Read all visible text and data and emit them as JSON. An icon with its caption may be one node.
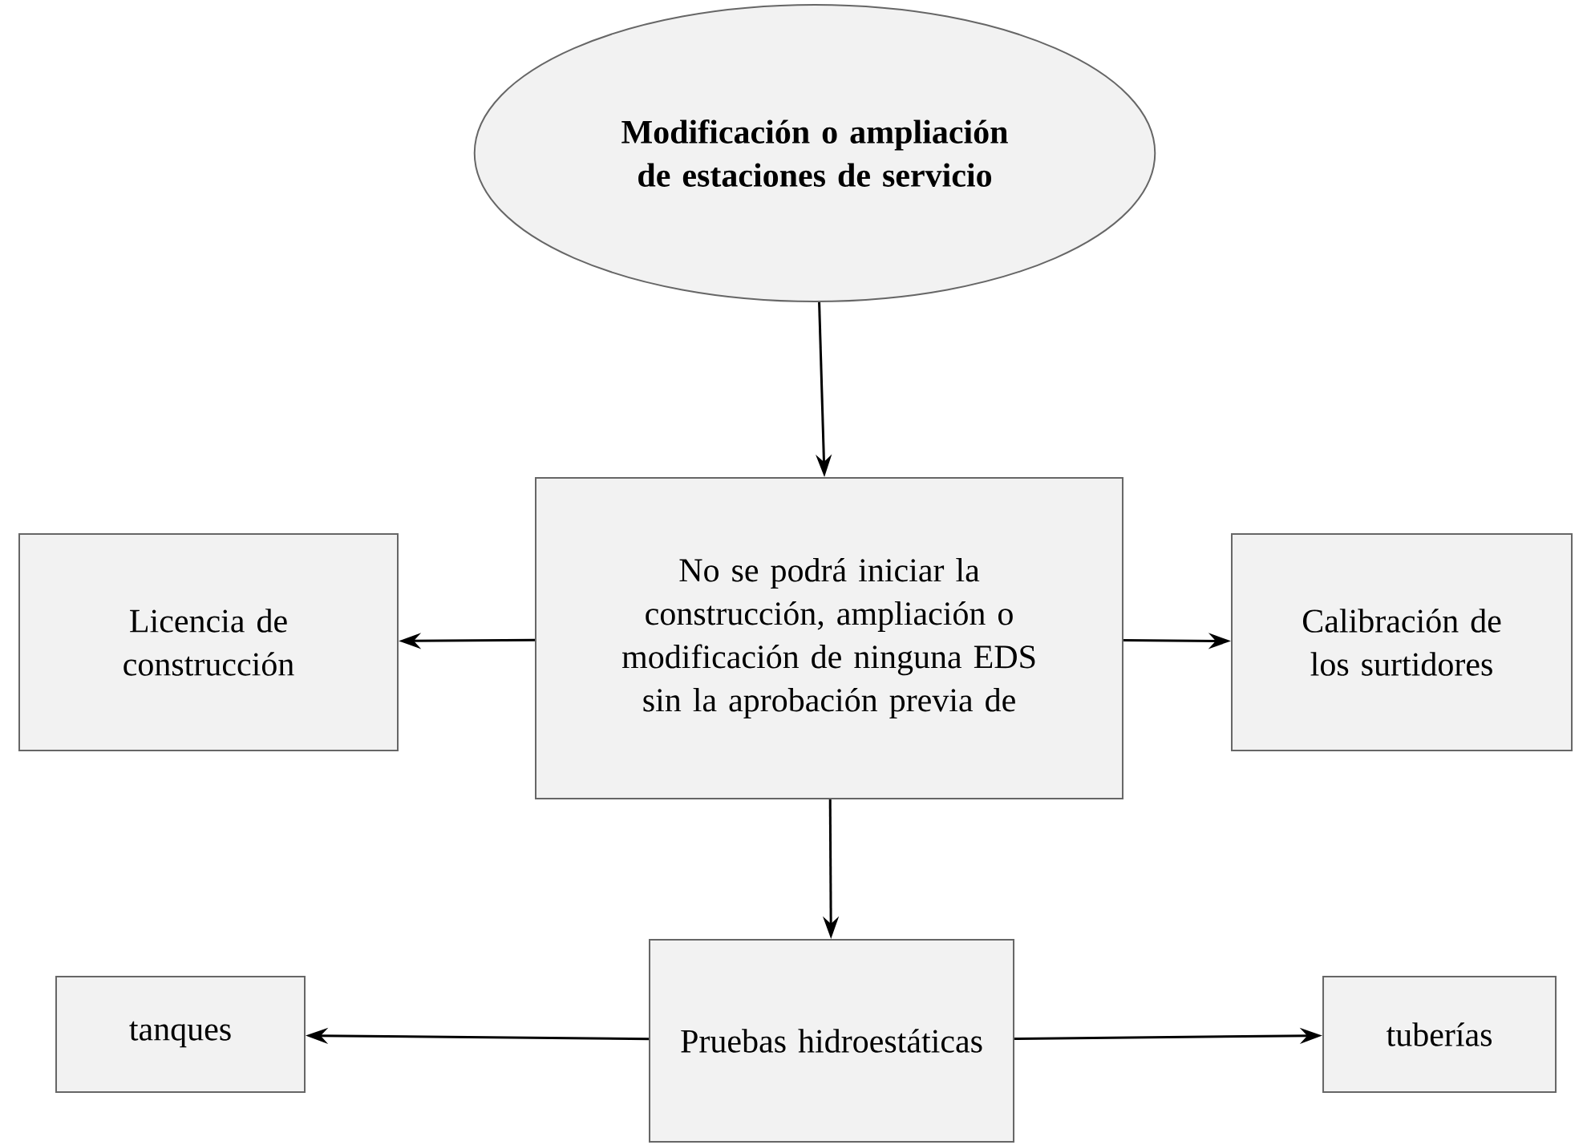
{
  "diagram": {
    "nodes": [
      {
        "text": [
          "Modificación o ampliación de estaciones de servicio"
        ]
      },
      {
        "text": [
          "No se podrá iniciar la construcción, ampliación o modificación de ninguna EDS sin la aprobación previa de"
        ]
      },
      {
        "text": [
          "Licencia de construcción"
        ]
      },
      {
        "text": [
          "Calibración de los surtidores"
        ]
      },
      {
        "text": [
          "Pruebas hidroestáticas"
        ]
      },
      {
        "text": [
          "tanques"
        ]
      },
      {
        "text": [
          "tuberías"
        ]
      }
    ],
    "edges": [
      {
        "from": 0,
        "to": 1,
        "arrow": "to"
      },
      {
        "from": 1,
        "to": 2,
        "arrow": "to"
      },
      {
        "from": 1,
        "to": 3,
        "arrow": "to"
      },
      {
        "from": 1,
        "to": 4,
        "arrow": "to"
      },
      {
        "from": 4,
        "to": 5,
        "arrow": "to"
      },
      {
        "from": 4,
        "to": 6,
        "arrow": "to"
      }
    ]
  }
}
